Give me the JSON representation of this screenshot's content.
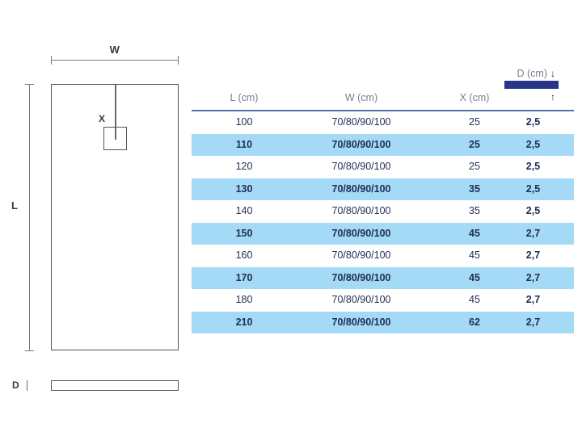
{
  "diagram": {
    "top_view": {
      "width_label": "W",
      "length_label": "L",
      "drain_label": "X"
    },
    "side_view": {
      "depth_label": "D"
    }
  },
  "table": {
    "headers": {
      "l": "L (cm)",
      "w": "W (cm)",
      "x": "X (cm)",
      "d": "D (cm)"
    },
    "depth_icon": {
      "arrow_down": "↓",
      "arrow_up": "↑",
      "bar_color": "#26348a"
    },
    "rows": [
      {
        "l": "100",
        "w": "70/80/90/100",
        "x": "25",
        "d": "2,5"
      },
      {
        "l": "110",
        "w": "70/80/90/100",
        "x": "25",
        "d": "2,5"
      },
      {
        "l": "120",
        "w": "70/80/90/100",
        "x": "25",
        "d": "2,5"
      },
      {
        "l": "130",
        "w": "70/80/90/100",
        "x": "35",
        "d": "2,5"
      },
      {
        "l": "140",
        "w": "70/80/90/100",
        "x": "35",
        "d": "2,5"
      },
      {
        "l": "150",
        "w": "70/80/90/100",
        "x": "45",
        "d": "2,7"
      },
      {
        "l": "160",
        "w": "70/80/90/100",
        "x": "45",
        "d": "2,7"
      },
      {
        "l": "170",
        "w": "70/80/90/100",
        "x": "45",
        "d": "2,7"
      },
      {
        "l": "180",
        "w": "70/80/90/100",
        "x": "45",
        "d": "2,7"
      },
      {
        "l": "210",
        "w": "70/80/90/100",
        "x": "62",
        "d": "2,7"
      }
    ],
    "row_stripe_color": "#a5daf7",
    "header_text_color": "#7c7c94",
    "value_text_color": "#1f2d54",
    "rule_color": "#5a6fa8"
  }
}
